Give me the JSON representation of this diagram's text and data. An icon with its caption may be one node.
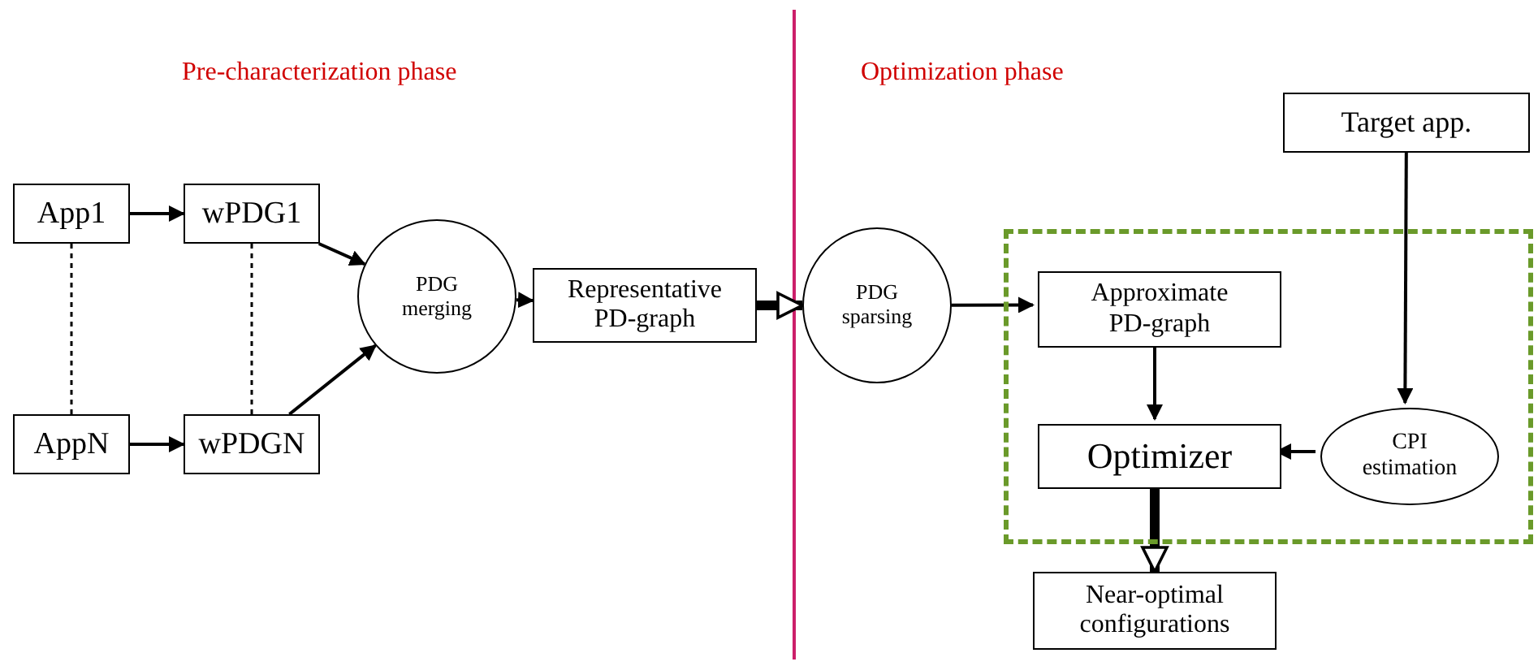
{
  "diagram": {
    "nodes": [
      {
        "text": [
          "App1"
        ]
      },
      {
        "text": [
          "wPDG1"
        ]
      },
      {
        "text": [
          "AppN"
        ]
      },
      {
        "text": [
          "wPDGN"
        ]
      },
      {
        "text": [
          "PDG",
          "merging"
        ]
      },
      {
        "text": [
          "Representative PD-graph"
        ]
      },
      {
        "text": [
          "PDG",
          "sparsing"
        ]
      },
      {
        "text": [],
        "shape": "box"
      },
      {
        "text": [
          "Approximate PD-graph"
        ],
        "in": 7
      },
      {
        "text": [
          "Optimizer"
        ],
        "in": 7
      },
      {
        "text": [
          "CPI",
          "estimation"
        ],
        "in": 7
      },
      {
        "text": [
          "Target app."
        ]
      },
      {
        "text": [
          "Near-optimal configurations"
        ]
      }
    ],
    "edges": [
      {
        "from": 0,
        "to": 1,
        "arrow": "to"
      },
      {
        "from": 2,
        "to": 3,
        "arrow": "to"
      },
      {
        "from": 0,
        "to": 2,
        "arrow": "none",
        "style": "dashed"
      },
      {
        "from": 1,
        "to": 3,
        "arrow": "none",
        "style": "dashed"
      },
      {
        "from": 1,
        "to": 4,
        "arrow": "to"
      },
      {
        "from": 3,
        "to": 4,
        "arrow": "to"
      },
      {
        "from": 4,
        "to": 5,
        "arrow": "to"
      },
      {
        "from": 5,
        "to": 6,
        "arrow": "to",
        "style": "thick"
      },
      {
        "from": 6,
        "to": 8,
        "arrow": "to"
      },
      {
        "from": 8,
        "to": 9,
        "arrow": "to"
      },
      {
        "from": 10,
        "to": 9,
        "arrow": "to"
      },
      {
        "from": 11,
        "to": 10,
        "arrow": "to"
      },
      {
        "from": 9,
        "to": 12,
        "arrow": "to",
        "style": "thick"
      }
    ],
    "labels": [
      "Pre-characterization phase",
      "Optimization phase"
    ]
  }
}
